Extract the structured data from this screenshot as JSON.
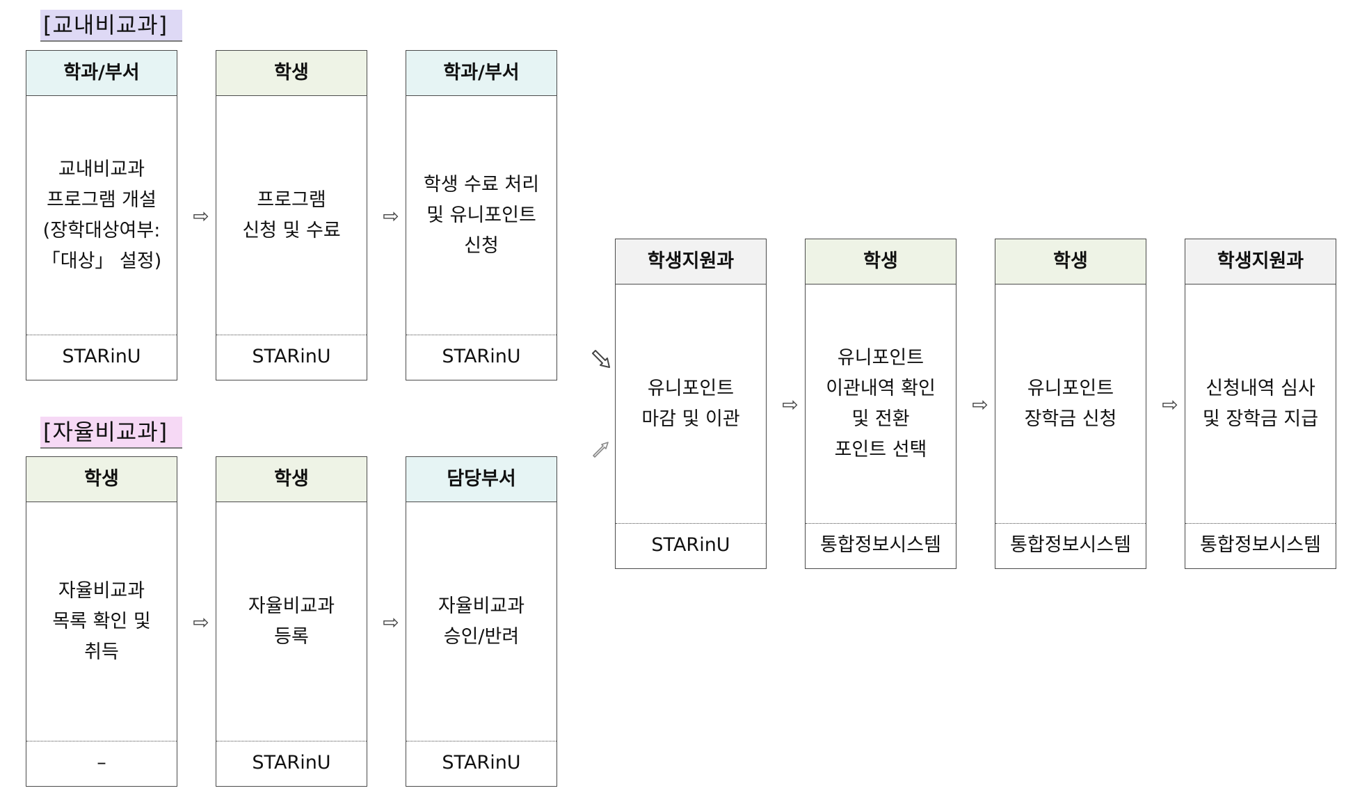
{
  "sections": {
    "internal_title": "[교내비교과]",
    "self_title": "[자율비교과]"
  },
  "arrow_glyph": "⇨",
  "internal": [
    {
      "header": "학과/부서",
      "body": "교내비교과\n프로그램 개설\n(장학대상여부:\n「대상」 설정)",
      "footer": "STARinU"
    },
    {
      "header": "학생",
      "body": "프로그램\n신청 및 수료",
      "footer": "STARinU"
    },
    {
      "header": "학과/부서",
      "body": "학생 수료 처리\n및 유니포인트\n신청",
      "footer": "STARinU"
    }
  ],
  "self": [
    {
      "header": "학생",
      "body": "자율비교과\n목록 확인 및\n취득",
      "footer": "–"
    },
    {
      "header": "학생",
      "body": "자율비교과\n등록",
      "footer": "STARinU"
    },
    {
      "header": "담당부서",
      "body": "자율비교과\n승인/반려",
      "footer": "STARinU"
    }
  ],
  "main": [
    {
      "header": "학생지원과",
      "body": "유니포인트\n마감 및 이관",
      "footer": "STARinU"
    },
    {
      "header": "학생",
      "body": "유니포인트\n이관내역 확인\n및 전환\n포인트 선택",
      "footer": "통합정보시스템"
    },
    {
      "header": "학생",
      "body": "유니포인트\n장학금 신청",
      "footer": "통합정보시스템"
    },
    {
      "header": "학생지원과",
      "body": "신청내역 심사\n및 장학금 지급",
      "footer": "통합정보시스템"
    }
  ]
}
